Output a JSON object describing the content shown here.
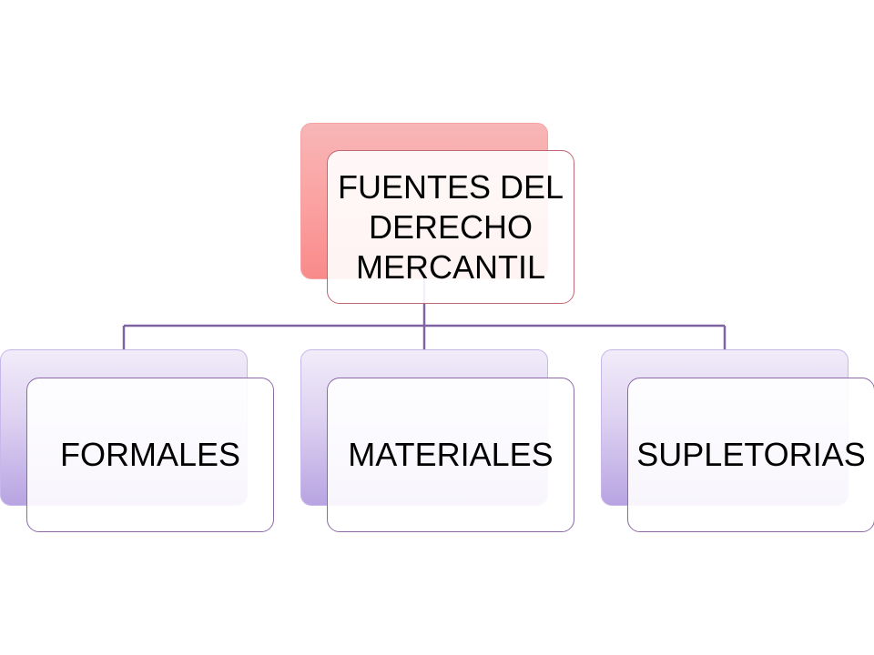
{
  "diagram": {
    "root": {
      "label": "FUENTES DEL DERECHO MERCANTIL"
    },
    "children": [
      {
        "label": "FORMALES"
      },
      {
        "label": "MATERIALES"
      },
      {
        "label": "SUPLETORIAS"
      }
    ],
    "colors": {
      "root_fill": "#fba0a0",
      "root_border": "#c06674",
      "child_fill": "#b8a4e2",
      "child_border": "#8d6aa6",
      "connector": "#7f63a3"
    }
  }
}
